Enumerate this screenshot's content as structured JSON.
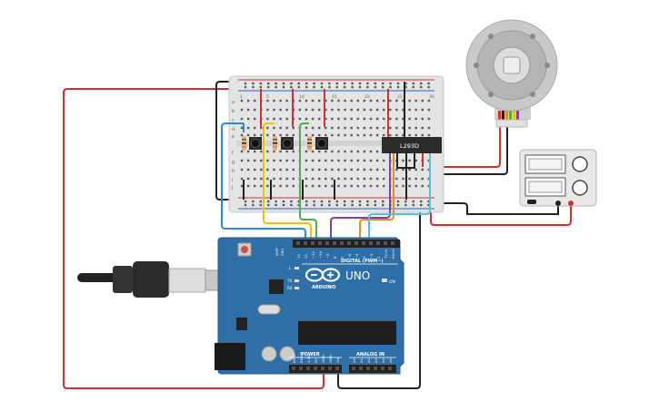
{
  "circuit": {
    "driver_chip": {
      "label": "L293D"
    },
    "arduino": {
      "brand_label": "ARDUINO",
      "model_label": "UNO",
      "digital_header_label": "DIGITAL (PWM~)",
      "power_label": "POWER",
      "analog_label": "ANALOG IN",
      "on_label": "ON",
      "tx_label": "TX",
      "rx_label": "RX",
      "l_label": "L",
      "aref_label": "AREF",
      "gnd_label": "GND",
      "top_pins": [
        "13",
        "12",
        "~11",
        "~10",
        "~9",
        "8",
        "7",
        "~6",
        "~5",
        "4",
        "~3",
        "2",
        "TX→1",
        "RX←0"
      ],
      "power_pins": [
        "IOREF",
        "RESET",
        "3.3V",
        "5V",
        "GND",
        "GND",
        "Vin"
      ],
      "analog_pins": [
        "A0",
        "A1",
        "A2",
        "A3",
        "A4",
        "A5"
      ]
    },
    "breadboard": {
      "row_letters_left": [
        "a",
        "b",
        "c",
        "d",
        "e",
        "f",
        "g",
        "h",
        "i",
        "j"
      ],
      "column_numbers": [
        "1",
        "5",
        "10",
        "15",
        "20",
        "25",
        "30"
      ]
    },
    "colors": {
      "wire_red": "#d32f2f",
      "wire_black": "#222222",
      "wire_blue": "#2a8bd6",
      "wire_yellow": "#f2c200",
      "wire_green": "#4caf50",
      "wire_purple": "#7e3fb0",
      "wire_orange": "#f08a1c",
      "wire_cyan": "#4fc3d9",
      "board_blue": "#2f6fa8",
      "breadboard": "#e4e4e4"
    },
    "icons": [
      "usb-cable-icon",
      "motor-icon",
      "power-supply-icon",
      "pushbutton-icon",
      "resistor-icon"
    ]
  }
}
